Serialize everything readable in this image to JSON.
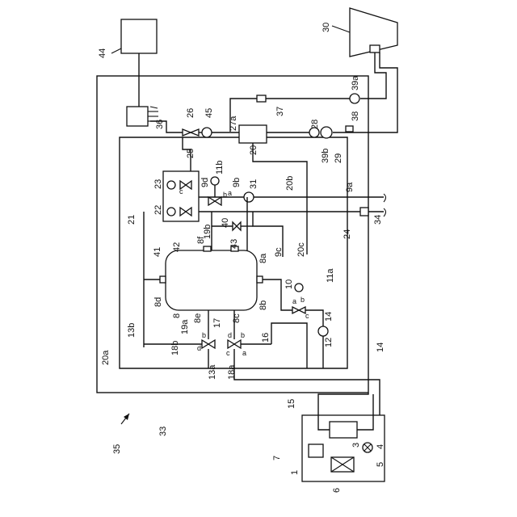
{
  "labels": {
    "n1": "1",
    "n3": "3",
    "n4": "4",
    "n5": "5",
    "n6": "6",
    "n7": "7",
    "n8": "8",
    "n8a": "8a",
    "n8b": "8b",
    "n8c": "8c",
    "n8d": "8d",
    "n8e": "8e",
    "n8f": "8f",
    "n9a": "9a",
    "n9b": "9b",
    "n9c": "9c",
    "n9d": "9d",
    "n10": "10",
    "n11a": "11a",
    "n11b": "11b",
    "n12": "12",
    "n13a": "13a",
    "n13b": "13b",
    "n14a": "14",
    "n14b": "14",
    "n15": "15",
    "n16": "16",
    "n17": "17",
    "n18a": "18a",
    "n18b": "18b",
    "n19a": "19a",
    "n19b": "19b",
    "n20": "20",
    "n20a": "20a",
    "n20b": "20b",
    "n20c": "20c",
    "n21": "21",
    "n22": "22",
    "n23": "23",
    "n24": "24",
    "n25": "25",
    "n26": "26",
    "n27a": "27a",
    "n28": "28",
    "n29": "29",
    "n30": "30",
    "n31": "31",
    "n33": "33",
    "n34": "34",
    "n35": "35",
    "n36": "36",
    "n37": "37",
    "n38": "38",
    "n39a": "39a",
    "n39b": "39b",
    "n40": "40",
    "n41": "41",
    "n42": "42",
    "n43": "43",
    "n44": "44",
    "n45": "45",
    "port_a": "a",
    "port_b": "b",
    "port_c": "c",
    "port_d": "d"
  }
}
